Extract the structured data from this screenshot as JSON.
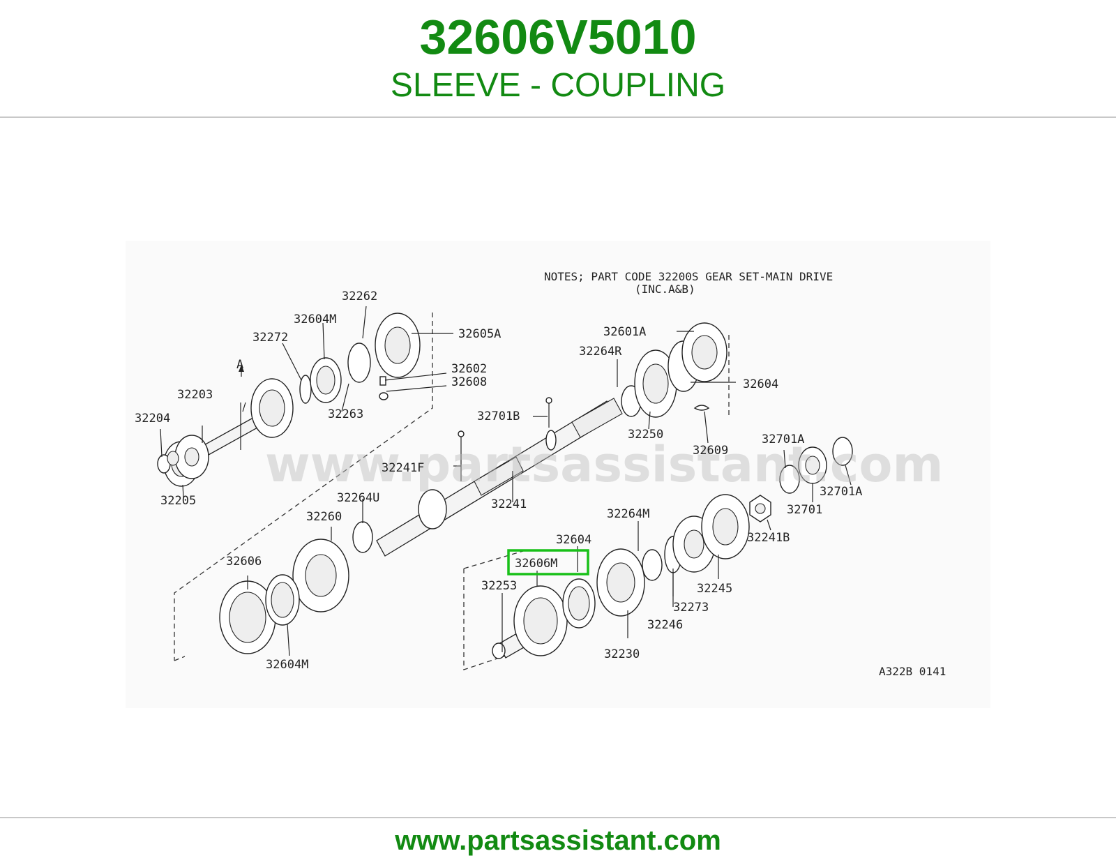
{
  "header": {
    "part_number": "32606V5010",
    "part_name": "SLEEVE - COUPLING"
  },
  "footer": {
    "url": "www.partsassistant.com"
  },
  "colors": {
    "brand_green": "#128a12",
    "highlight_green": "#18c018"
  },
  "diagram": {
    "notes_line1": "NOTES;  PART CODE 32200S GEAR SET-MAIN DRIVE",
    "notes_line2": "(INC.A&B)",
    "figure_code": "A322B 0141",
    "watermark": "www.partsassistant.com",
    "highlighted_label": "32606M",
    "letter_a": "A",
    "labels": {
      "l32262": "32262",
      "l32604M_top": "32604M",
      "l32605A": "32605A",
      "l32272": "32272",
      "l32602": "32602",
      "l32608": "32608",
      "l32203": "32203",
      "l32263": "32263",
      "l32204": "32204",
      "l32205": "32205",
      "l32601A": "32601A",
      "l32264R": "32264R",
      "l32604_right": "32604",
      "l32701B": "32701B",
      "l32250": "32250",
      "l32609": "32609",
      "l32241F": "32241F",
      "l32701A_top": "32701A",
      "l32701A_right": "32701A",
      "l32701": "32701",
      "l32264U": "32264U",
      "l32241": "32241",
      "l32260": "32260",
      "l32264M": "32264M",
      "l32241B": "32241B",
      "l32604_mid": "32604",
      "l32606": "32606",
      "l32253": "32253",
      "l32245": "32245",
      "l32273": "32273",
      "l32246": "32246",
      "l32230": "32230",
      "l32604M_bottom": "32604M"
    }
  }
}
